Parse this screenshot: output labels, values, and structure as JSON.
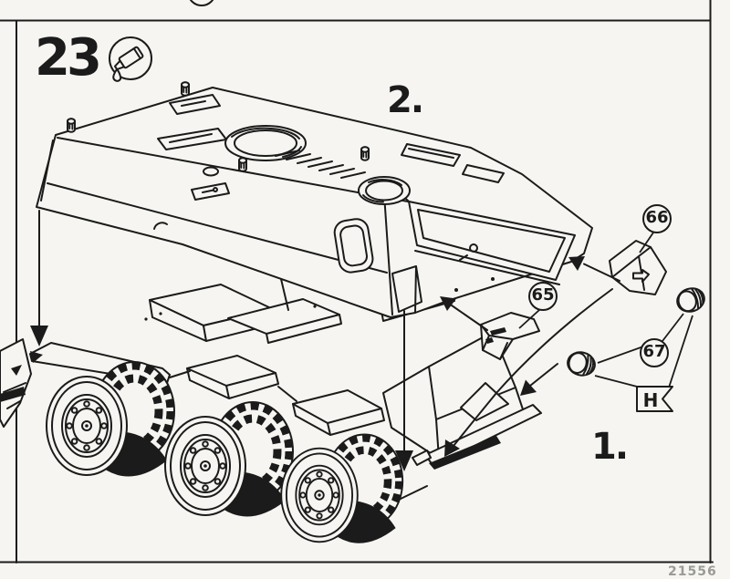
{
  "colors": {
    "paper": "#f6f5f1",
    "ink": "#1b1b1b",
    "faint_text": "#9a9a96"
  },
  "step": {
    "number": "23",
    "adhesive_icon": "glue-tube-icon"
  },
  "substeps": {
    "step1": "1.",
    "step2": "2."
  },
  "callouts": {
    "part65": "65",
    "part66": "66",
    "part67": "67"
  },
  "material_flag": {
    "label": "H"
  },
  "footer": {
    "code": "21556"
  }
}
